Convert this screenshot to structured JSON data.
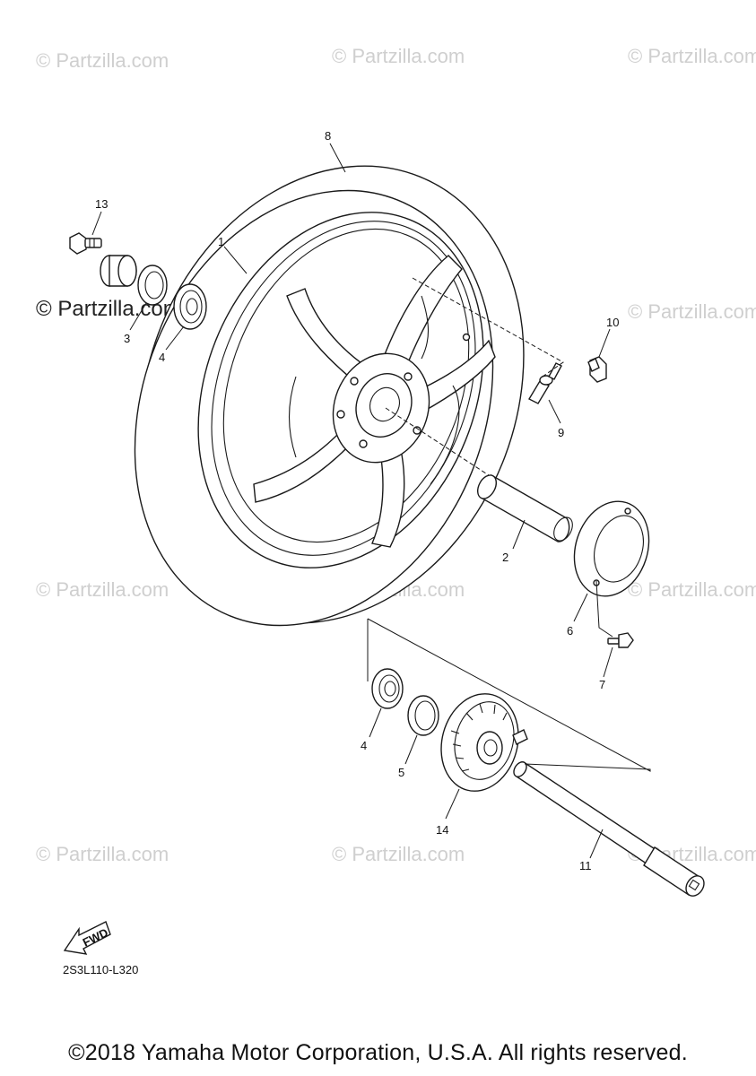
{
  "watermark": "© Partzilla.com",
  "callouts": {
    "c1": "1",
    "c2": "2",
    "c3": "3",
    "c4a": "4",
    "c4b": "4",
    "c5": "5",
    "c6": "6",
    "c7": "7",
    "c8": "8",
    "c9": "9",
    "c10": "10",
    "c11": "11",
    "c13": "13",
    "c14": "14"
  },
  "fwd_label": "FWD",
  "diagram_code": "2S3L110-L320",
  "copyright": "©2018 Yamaha Motor Corporation, U.S.A. All rights reserved."
}
